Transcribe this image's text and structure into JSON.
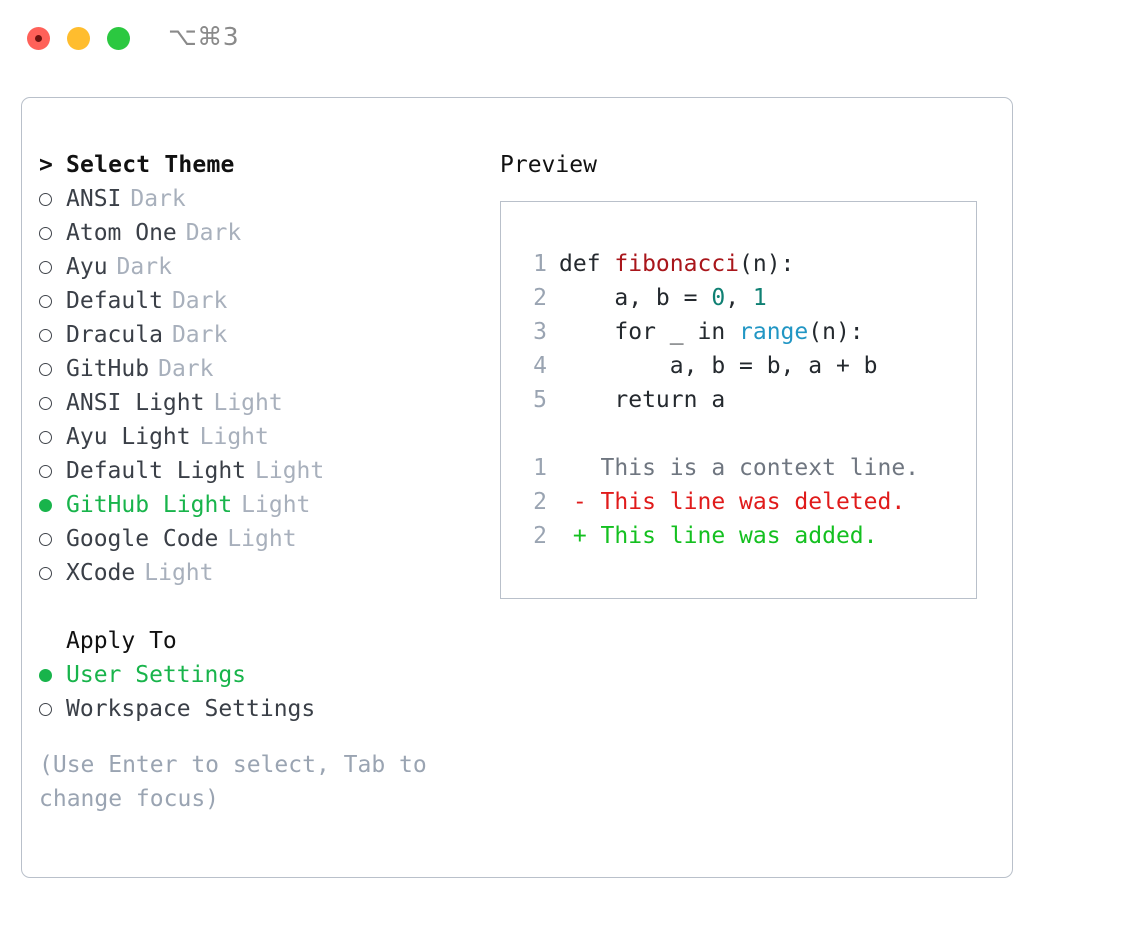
{
  "titlebar": {
    "shortcut": "⌥⌘3",
    "buttons": [
      "close",
      "minimize",
      "maximize"
    ]
  },
  "theme_list": {
    "heading_marker": ">",
    "heading": "Select Theme",
    "items": [
      {
        "marker": "○",
        "label": "ANSI",
        "tag": "Dark",
        "selected": false
      },
      {
        "marker": "○",
        "label": "Atom One",
        "tag": "Dark",
        "selected": false
      },
      {
        "marker": "○",
        "label": "Ayu",
        "tag": "Dark",
        "selected": false
      },
      {
        "marker": "○",
        "label": "Default",
        "tag": "Dark",
        "selected": false
      },
      {
        "marker": "○",
        "label": "Dracula",
        "tag": "Dark",
        "selected": false
      },
      {
        "marker": "○",
        "label": "GitHub",
        "tag": "Dark",
        "selected": false
      },
      {
        "marker": "○",
        "label": "ANSI Light",
        "tag": "Light",
        "selected": false
      },
      {
        "marker": "○",
        "label": "Ayu Light",
        "tag": "Light",
        "selected": false
      },
      {
        "marker": "○",
        "label": "Default Light",
        "tag": "Light",
        "selected": false
      },
      {
        "marker": "●",
        "label": "GitHub Light",
        "tag": "Light",
        "selected": true
      },
      {
        "marker": "○",
        "label": "Google Code",
        "tag": "Light",
        "selected": false
      },
      {
        "marker": "○",
        "label": "XCode",
        "tag": "Light",
        "selected": false
      }
    ]
  },
  "apply_to": {
    "heading": "Apply To",
    "items": [
      {
        "marker": "●",
        "label": "User Settings",
        "selected": true
      },
      {
        "marker": "○",
        "label": "Workspace Settings",
        "selected": false
      }
    ]
  },
  "hint": "(Use Enter to select, Tab to change focus)",
  "preview": {
    "title": "Preview",
    "code_lines": [
      {
        "no": "1",
        "segments": [
          {
            "text": "def ",
            "type": "plain"
          },
          {
            "text": "fibonacci",
            "type": "fn"
          },
          {
            "text": "(n):",
            "type": "plain"
          }
        ]
      },
      {
        "no": "2",
        "segments": [
          {
            "text": "    a, b = ",
            "type": "plain"
          },
          {
            "text": "0",
            "type": "num"
          },
          {
            "text": ", ",
            "type": "plain"
          },
          {
            "text": "1",
            "type": "num"
          }
        ]
      },
      {
        "no": "3",
        "segments": [
          {
            "text": "    for _ in ",
            "type": "plain"
          },
          {
            "text": "range",
            "type": "builtin"
          },
          {
            "text": "(n):",
            "type": "plain"
          }
        ]
      },
      {
        "no": "4",
        "segments": [
          {
            "text": "        a, b = b, a + b",
            "type": "plain"
          }
        ]
      },
      {
        "no": "5",
        "segments": [
          {
            "text": "    return a",
            "type": "plain"
          }
        ]
      }
    ],
    "diff_lines": [
      {
        "no": "1",
        "sign": " ",
        "text": "This is a context line.",
        "type": "context"
      },
      {
        "no": "2",
        "sign": "-",
        "text": "This line was deleted.",
        "type": "delete"
      },
      {
        "no": "2",
        "sign": "+",
        "text": "This line was added.",
        "type": "add"
      }
    ]
  },
  "colors": {
    "accent_green": "#18b44b",
    "muted": "#a8b0bc",
    "border": "#b9c0ca",
    "fn": "#a9161b",
    "num": "#0f8073",
    "builtin": "#2196c4",
    "diff_delete": "#e01b1b",
    "diff_add": "#14c020"
  }
}
